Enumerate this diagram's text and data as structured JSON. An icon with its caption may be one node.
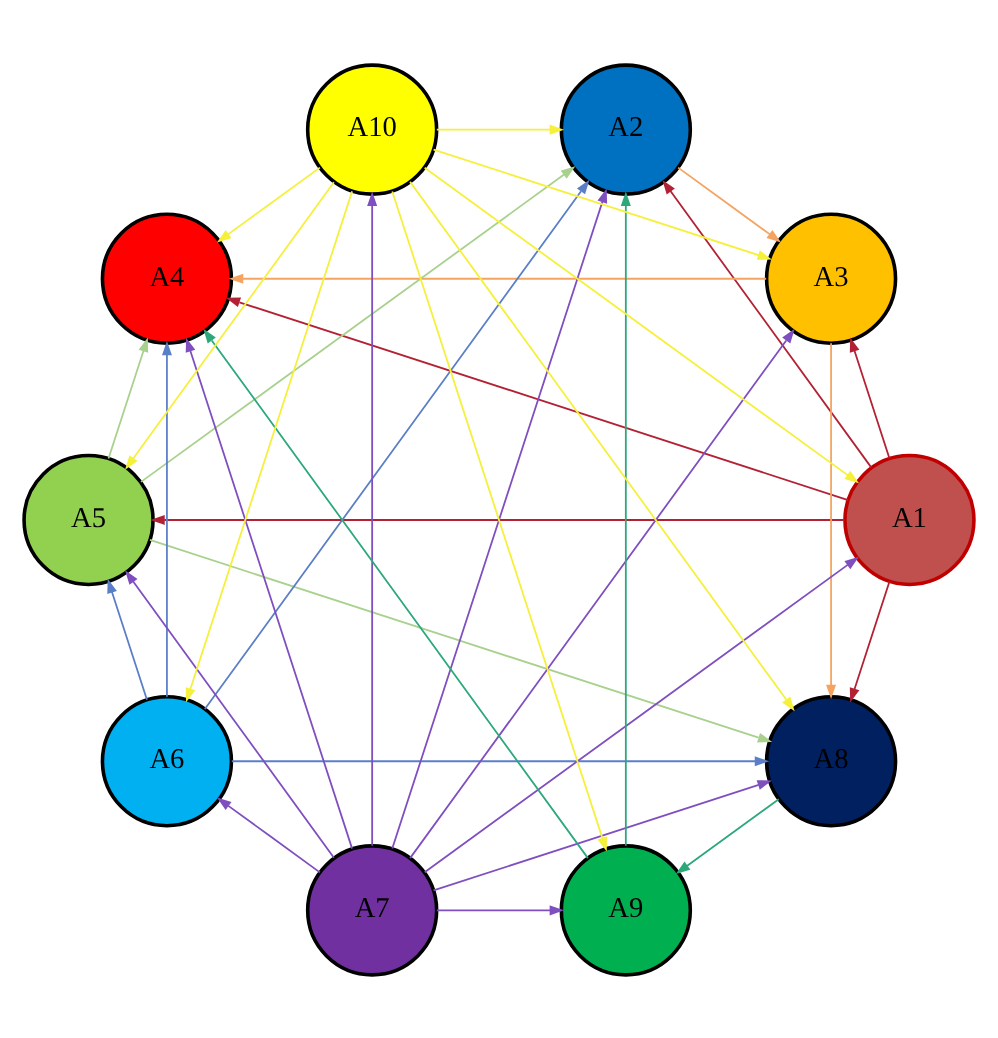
{
  "diagram": {
    "nodes": [
      {
        "text": [
          "A1"
        ]
      },
      {
        "text": [
          "A2"
        ]
      },
      {
        "text": [
          "A3"
        ]
      },
      {
        "text": [
          "A4"
        ]
      },
      {
        "text": [
          "A5"
        ]
      },
      {
        "text": [
          "A6"
        ]
      },
      {
        "text": [
          "A7"
        ]
      },
      {
        "text": [
          "A8"
        ]
      },
      {
        "text": [
          "A9"
        ]
      },
      {
        "text": [
          "A10"
        ]
      }
    ],
    "edges": [
      {
        "from": 0,
        "to": 1,
        "arrow": "to",
        "color": "#b22234"
      },
      {
        "from": 0,
        "to": 2,
        "arrow": "to",
        "color": "#b22234"
      },
      {
        "from": 0,
        "to": 3,
        "arrow": "to",
        "color": "#b22234"
      },
      {
        "from": 0,
        "to": 4,
        "arrow": "to",
        "color": "#b22234"
      },
      {
        "from": 0,
        "to": 7,
        "arrow": "to",
        "color": "#b22234"
      },
      {
        "from": 1,
        "to": 2,
        "arrow": "to",
        "color": "#f4a460"
      },
      {
        "from": 2,
        "to": 3,
        "arrow": "to",
        "color": "#f4a460"
      },
      {
        "from": 2,
        "to": 7,
        "arrow": "to",
        "color": "#f4a460"
      },
      {
        "from": 4,
        "to": 1,
        "arrow": "to",
        "color": "#a9d18e"
      },
      {
        "from": 4,
        "to": 3,
        "arrow": "to",
        "color": "#a9d18e"
      },
      {
        "from": 4,
        "to": 7,
        "arrow": "to",
        "color": "#a9d18e"
      },
      {
        "from": 5,
        "to": 1,
        "arrow": "to",
        "color": "#5b7fc7"
      },
      {
        "from": 5,
        "to": 3,
        "arrow": "to",
        "color": "#5b7fc7"
      },
      {
        "from": 5,
        "to": 4,
        "arrow": "to",
        "color": "#5b7fc7"
      },
      {
        "from": 5,
        "to": 7,
        "arrow": "to",
        "color": "#5b7fc7"
      },
      {
        "from": 6,
        "to": 0,
        "arrow": "to",
        "color": "#7f4fbf"
      },
      {
        "from": 6,
        "to": 1,
        "arrow": "to",
        "color": "#7f4fbf"
      },
      {
        "from": 6,
        "to": 2,
        "arrow": "to",
        "color": "#7f4fbf"
      },
      {
        "from": 6,
        "to": 3,
        "arrow": "to",
        "color": "#7f4fbf"
      },
      {
        "from": 6,
        "to": 4,
        "arrow": "to",
        "color": "#7f4fbf"
      },
      {
        "from": 6,
        "to": 5,
        "arrow": "to",
        "color": "#7f4fbf"
      },
      {
        "from": 6,
        "to": 7,
        "arrow": "to",
        "color": "#7f4fbf"
      },
      {
        "from": 6,
        "to": 8,
        "arrow": "to",
        "color": "#7f4fbf"
      },
      {
        "from": 6,
        "to": 9,
        "arrow": "to",
        "color": "#7f4fbf"
      },
      {
        "from": 7,
        "to": 8,
        "arrow": "to",
        "color": "#2ca87a"
      },
      {
        "from": 8,
        "to": 1,
        "arrow": "to",
        "color": "#2ca87a"
      },
      {
        "from": 8,
        "to": 3,
        "arrow": "to",
        "color": "#2ca87a"
      },
      {
        "from": 9,
        "to": 0,
        "arrow": "to",
        "color": "#f5f03c"
      },
      {
        "from": 9,
        "to": 1,
        "arrow": "to",
        "color": "#f5f03c"
      },
      {
        "from": 9,
        "to": 2,
        "arrow": "to",
        "color": "#f5f03c"
      },
      {
        "from": 9,
        "to": 3,
        "arrow": "to",
        "color": "#f5f03c"
      },
      {
        "from": 9,
        "to": 4,
        "arrow": "to",
        "color": "#f5f03c"
      },
      {
        "from": 9,
        "to": 5,
        "arrow": "to",
        "color": "#f5f03c"
      },
      {
        "from": 9,
        "to": 7,
        "arrow": "to",
        "color": "#f5f03c"
      },
      {
        "from": 9,
        "to": 8,
        "arrow": "to",
        "color": "#f5f03c"
      }
    ]
  }
}
